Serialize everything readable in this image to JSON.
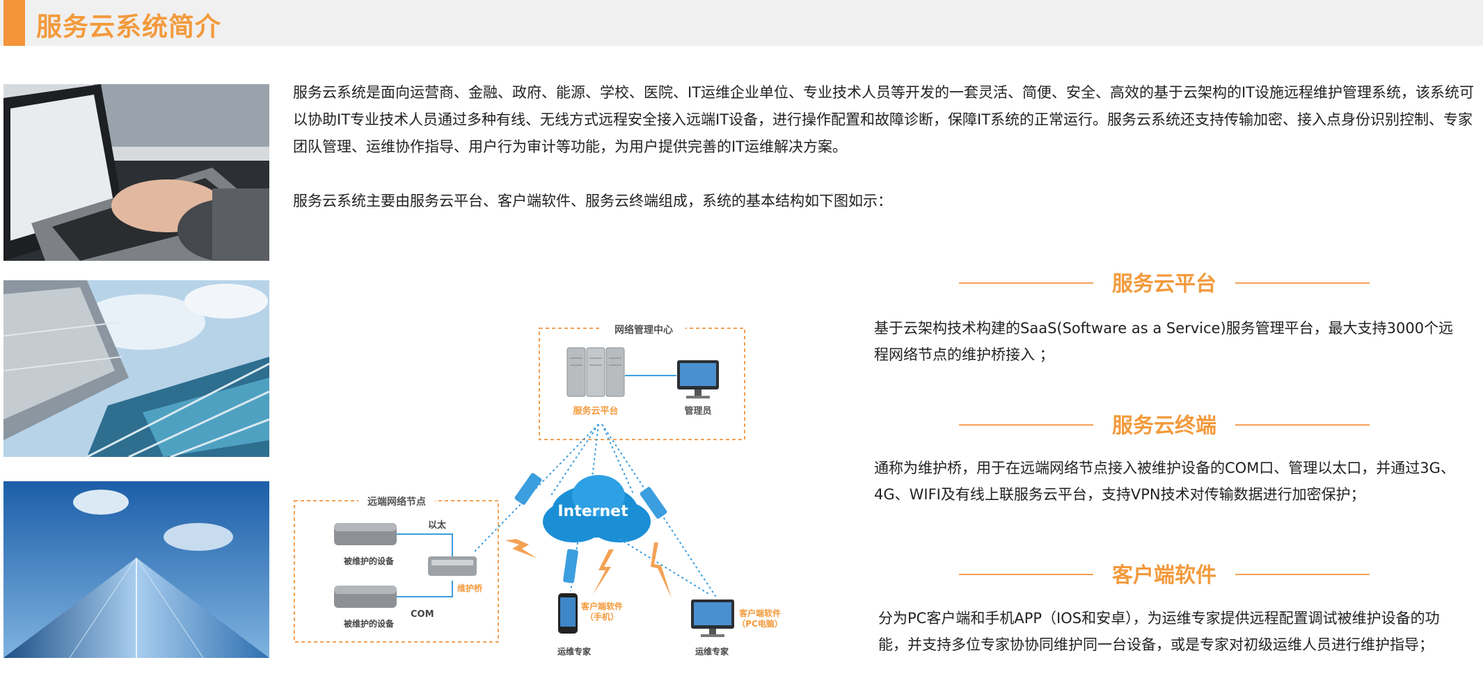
{
  "header": {
    "title": "服务云系统简介",
    "accent_color": "#f5943a",
    "background": "#f0f0f0"
  },
  "images": [
    {
      "name": "laptop-typing-photo"
    },
    {
      "name": "glass-building-photo"
    },
    {
      "name": "skyscraper-photo"
    }
  ],
  "intro": {
    "paragraph1": "服务云系统是面向运营商、金融、政府、能源、学校、医院、IT运维企业单位、专业技术人员等开发的一套灵活、简便、安全、高效的基于云架构的IT设施远程维护管理系统，该系统可以协助IT专业技术人员通过多种有线、无线方式远程安全接入远端IT设备，进行操作配置和故障诊断，保障IT系统的正常运行。服务云系统还支持传输加密、接入点身份识别控制、专家团队管理、运维协作指导、用户行为审计等功能，为用户提供完善的IT运维解决方案。",
    "paragraph2": "服务云系统主要由服务云平台、客户端软件、服务云终端组成，系统的基本结构如下图如示："
  },
  "diagram": {
    "center_box_label": "网络管理中心",
    "server_label": "服务云平台",
    "admin_label": "管理员",
    "remote_box_label": "远端网络节点",
    "device1_label": "被维护的设备",
    "device2_label": "被维护的设备",
    "ethernet_label": "以太",
    "com_label": "COM",
    "bridge_label": "维护桥",
    "internet_label": "Internet",
    "phone_label_1": "客户端软件",
    "phone_label_2": "（手机）",
    "pc_label_1": "客户端软件",
    "pc_label_2": "（PC电脑）",
    "expert_label_1": "运维专家",
    "expert_label_2": "运维专家",
    "accent_color": "#f39a3c",
    "link_color": "#3b9ede"
  },
  "sections": [
    {
      "title": "服务云平台",
      "text": "基于云架构技术构建的SaaS(Software as a Service)服务管理平台，最大支持3000个远程网络节点的维护桥接入 ；"
    },
    {
      "title": "服务云终端",
      "text": "通称为维护桥，用于在远端网络节点接入被维护设备的COM口、管理以太口，并通过3G、4G、WIFI及有线上联服务云平台，支持VPN技术对传输数据进行加密保护；"
    },
    {
      "title": "客户端软件",
      "text": "分为PC客户端和手机APP（IOS和安卓），为运维专家提供远程配置调试被维护设备的功能，并支持多位专家协协同维护同一台设备，或是专家对初级运维人员进行维护指导；"
    }
  ]
}
